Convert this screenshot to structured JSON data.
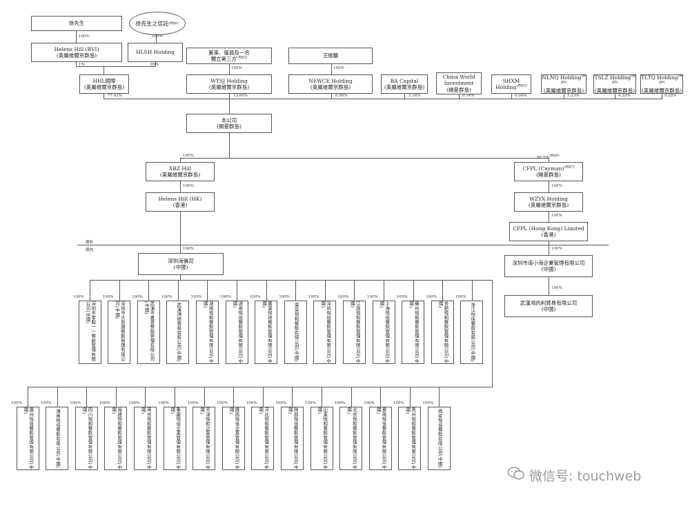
{
  "nodes": {
    "xu": "徐先生",
    "xu_trust": "徐先生之信託",
    "xu_trust_note": "(附註1)",
    "helens_hill_bvi": [
      "Helens Hill (BVI)",
      "(英屬維爾京群島)"
    ],
    "hlsh": "HLSH Holding",
    "hhl": [
      "HHL國際",
      "(英屬維爾京群島)"
    ],
    "directors": [
      "董事、僱員及一名",
      "獨立第三方"
    ],
    "directors_note": "(附註2)",
    "wtsj": [
      "WTSJ Holding",
      "(英屬維爾京群島)"
    ],
    "wang": "王振鵬",
    "newce": [
      "NEWCE Holding",
      "(英屬維爾京群島)"
    ],
    "ba": [
      "BA Capital",
      "(英屬維爾京群島)"
    ],
    "cwi": [
      "China World",
      "Investment",
      "(開曼群島)"
    ],
    "shxm": "SHXM Holding",
    "shxm_note": "(附註3)",
    "nlnq": [
      "NLNQ Holding",
      "(英屬維爾京群島)"
    ],
    "nlnq_note": "(附註4)",
    "tslz": [
      "TSLZ Holding",
      "(英屬維爾京群島)"
    ],
    "tslz_note": "(附註5)",
    "tltq": [
      "TLTQ Holding",
      "(英屬維爾京群島)"
    ],
    "tltq_note": "(附註6)",
    "company": [
      "本公司",
      "(開曼群島)"
    ],
    "xbz": [
      "XBZ Hill",
      "(英屬維爾京群島)"
    ],
    "hk_hill": [
      "Helens Hill (HK)",
      "(香港)"
    ],
    "cfpl_cayman": [
      "CFPL (Cayman)",
      "(開曼群島)"
    ],
    "cfpl_cayman_note": "(附註7)",
    "wzyx": [
      "WZYX Holding",
      "(英屬維爾京群島)"
    ],
    "cfpl_hk": [
      "CFPL (Hong Kong) Limited",
      "(香港)"
    ],
    "shenzhen_hailun": [
      "深圳海倫司",
      "(中國)"
    ],
    "shenzhen_zhuhai": [
      "深圳市道小海企業管理有限公司",
      "(中國)"
    ],
    "wuhan": [
      "武漢鴻的利貿易有限公司",
      "(中國)"
    ]
  },
  "pct": {
    "xu_hh": "100%",
    "trust_hlsh": "100%",
    "hh_hhl": "1%",
    "hlsh_hhl": "99%",
    "hhl": "77.42%",
    "dir_wtsj": "100%",
    "wtsj": "12.60%",
    "wang_newce": "100%",
    "newce": "0.98%",
    "ba": "2.16%",
    "cwi": "0.14%",
    "shxm": "0.06%",
    "nlnq": "1.23%",
    "tslz": "4.29%",
    "tltq": "0.28%",
    "xbz": "100%",
    "hkhill": "100%",
    "cfpl": "98.5%",
    "cfpl_note": "(附註8)",
    "wzyx": "100%",
    "cfplhk": "100%",
    "szhl": "100%",
    "szzh": "100%",
    "wuhan": "100%"
  },
  "labels": {
    "offshore": "境外",
    "onshore": "境內"
  },
  "subs_row1": [
    {
      "pct": "100%",
      "name": "深圳市零點一一餐飲管理有限公司",
      "loc": "(中國)"
    },
    {
      "pct": "100%",
      "name": "深圳市大魚旗餐飲管理有限公司",
      "loc": "(中國)"
    },
    {
      "pct": "100%",
      "name": "武漢市喜茶餐飲管理有限公司",
      "loc": "(中國)"
    },
    {
      "pct": "100%",
      "name": "武漢鴻德貿易有限公司",
      "loc": "(中國)"
    },
    {
      "pct": "100%",
      "name": "湖南悅和餐飲管理有限公司",
      "loc": "(中國)"
    },
    {
      "pct": "100%",
      "name": "湖南悅佳餐飲管理有限公司",
      "loc": "(中國)"
    },
    {
      "pct": "100%",
      "name": "廣東悅祥餐飲管理有限公司",
      "loc": "(中國)"
    },
    {
      "pct": "100%",
      "name": "東莞悅和餐飲有限公司",
      "loc": "(中國)"
    },
    {
      "pct": "100%",
      "name": "深圳悅佳餐飲管理有限公司",
      "loc": "(中國)"
    },
    {
      "pct": "100%",
      "name": "江西悅和餐飲管理有限公司",
      "loc": "(中國)"
    },
    {
      "pct": "100%",
      "name": "上海悅佳餐飲管理有限公司",
      "loc": "(中國)"
    },
    {
      "pct": "100%",
      "name": "蘇州悅和餐飲管理有限公司",
      "loc": "(中國)"
    },
    {
      "pct": "100%",
      "name": "合肥悅和餐飲管理有限公司",
      "loc": "(中國)"
    },
    {
      "pct": "100%",
      "name": "浙江悅佳餐飲有限公司",
      "loc": "(中國)"
    }
  ],
  "subs_row2": [
    {
      "pct": "100%",
      "name": "廣州悅佳餐飲管理有限公司",
      "loc": "(中國)"
    },
    {
      "pct": "100%",
      "name": "海南悅佳餐飲有限公司",
      "loc": "(中國)"
    },
    {
      "pct": "100%",
      "name": "四川悅和餐飲管理有限公司",
      "loc": "(中國)"
    },
    {
      "pct": "100%",
      "name": "福建悅和餐飲管理有限公司",
      "loc": "(中國)"
    },
    {
      "pct": "100%",
      "name": "南京悅和餐飲管理有限公司",
      "loc": "(中國)"
    },
    {
      "pct": "100%",
      "name": "重慶悅佳企業管理有限公司",
      "loc": "(中國)"
    },
    {
      "pct": "100%",
      "name": "天津悅和企業管理有限公司",
      "loc": "(中國)"
    },
    {
      "pct": "100%",
      "name": "廣西悅佳企業管理有限公司",
      "loc": "(中國)"
    },
    {
      "pct": "100%",
      "name": "河北悅和餐飲管理有限公司",
      "loc": "(中國)"
    },
    {
      "pct": "100%",
      "name": "陝西悅佳餐飲管理有限公司",
      "loc": "(中國)"
    },
    {
      "pct": "100%",
      "name": "山東悅和餐飲管理有限公司",
      "loc": "(中國)"
    },
    {
      "pct": "100%",
      "name": "北京悅和餐飲管理有限公司",
      "loc": "(中國)"
    },
    {
      "pct": "100%",
      "name": "雲南悅佳餐飲管理有限公司",
      "loc": "(中國)"
    },
    {
      "pct": "100%",
      "name": "貴州悅和餐飲管理有限公司",
      "loc": "(中國)"
    },
    {
      "pct": "100%",
      "name": "西安悅佳餐飲有限公司",
      "loc": "(中國)"
    }
  ],
  "watermark": "微信号: touchweb"
}
